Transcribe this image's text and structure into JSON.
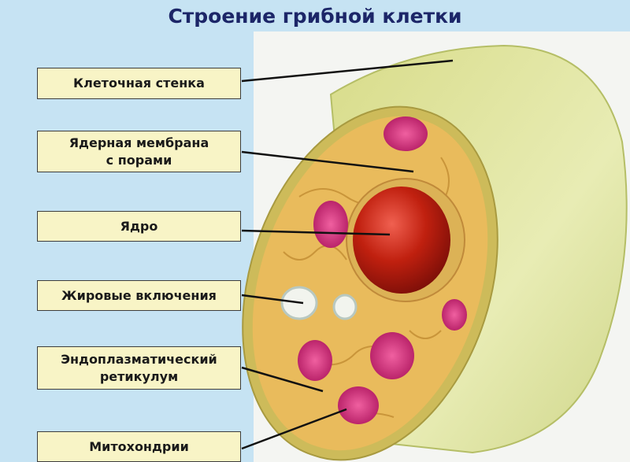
{
  "title": "Строение грибной клетки",
  "labels": [
    {
      "line1": "Клеточная стенка",
      "line2": ""
    },
    {
      "line1": "Ядерная мембрана",
      "line2": "с порами"
    },
    {
      "line1": "Ядро",
      "line2": ""
    },
    {
      "line1": "Жировые включения",
      "line2": ""
    },
    {
      "line1": "Эндоплазматический",
      "line2": "ретикулум"
    },
    {
      "line1": "Митохондрии",
      "line2": ""
    }
  ],
  "colors": {
    "background": "#c6e3f3",
    "label_fill": "#f8f4c6",
    "title": "#1c2668",
    "cell_wall": "#c8d27a",
    "cytoplasm": "#e8b85a",
    "nucleus": "#b8180e",
    "mitochondria": "#d8307a"
  }
}
